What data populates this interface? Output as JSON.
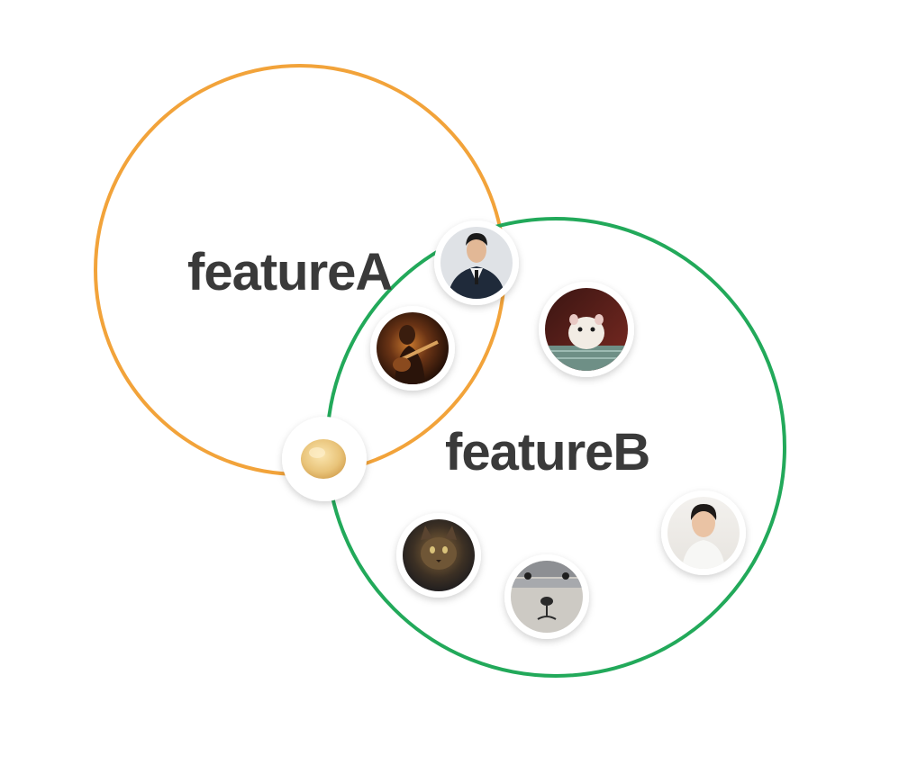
{
  "sets": {
    "a": {
      "label": "featureA",
      "color": "#F2A33A"
    },
    "b": {
      "label": "featureB",
      "color": "#22A95A"
    }
  },
  "members": [
    {
      "name": "person-in-suit-avatar",
      "region": "a-and-b"
    },
    {
      "name": "guitarist-avatar",
      "region": "a-and-b"
    },
    {
      "name": "bread-roll-avatar",
      "region": "a-and-b"
    },
    {
      "name": "hamster-avatar",
      "region": "b-only"
    },
    {
      "name": "cat-avatar",
      "region": "b-only"
    },
    {
      "name": "plush-toy-avatar",
      "region": "b-only"
    },
    {
      "name": "smiling-man-avatar",
      "region": "b-only"
    }
  ]
}
